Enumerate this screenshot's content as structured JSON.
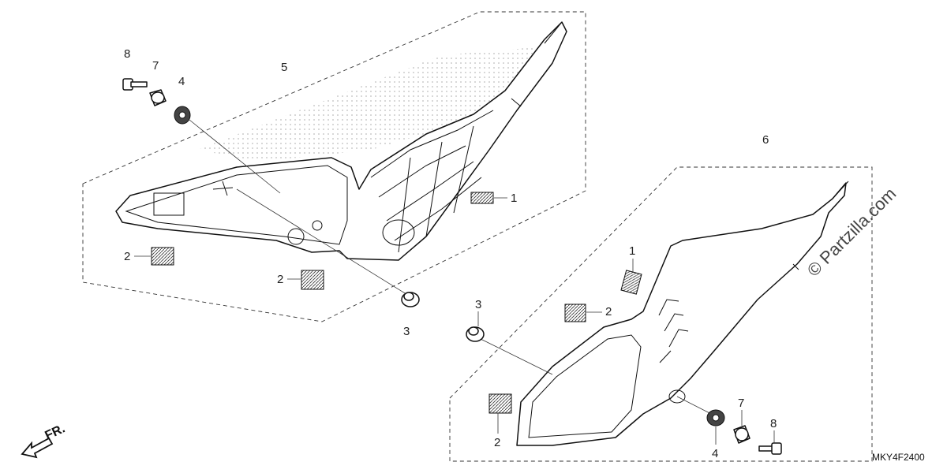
{
  "callouts": {
    "left_8": "8",
    "left_7": "7",
    "left_4": "4",
    "left_5": "5",
    "left_1": "1",
    "left_2a": "2",
    "left_2b": "2",
    "left_3": "3",
    "right_6": "6",
    "right_1": "1",
    "right_2a": "2",
    "right_3": "3",
    "right_2b": "2",
    "right_7": "7",
    "right_8": "8",
    "right_4": "4"
  },
  "direction_label": "FR.",
  "diagram_code": "MKY4F2400",
  "watermark": "© Partzilla.com"
}
